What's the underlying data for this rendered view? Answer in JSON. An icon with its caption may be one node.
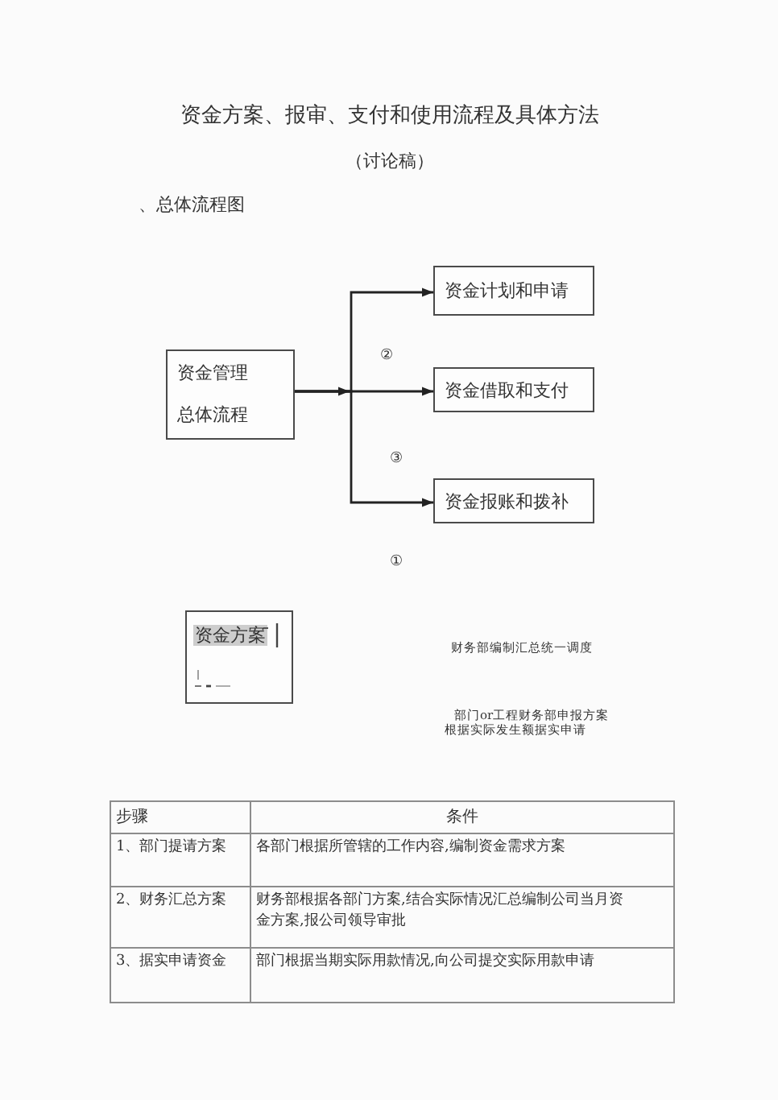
{
  "diagram": {
    "title": "资金方案、报审、支付和使用流程及具体方法",
    "nodes": [
      {
        "text": [
          "资金管理总体流程"
        ]
      },
      {
        "text": [
          "资金计划和申请"
        ]
      },
      {
        "text": [
          "资金借取和支付"
        ]
      },
      {
        "text": [
          "资金报账和拨补"
        ]
      },
      {
        "text": [
          "资金方案"
        ]
      }
    ],
    "edges": [
      {
        "from": 0,
        "to": 1,
        "arrow": "to"
      },
      {
        "from": 0,
        "to": 2,
        "arrow": "to"
      },
      {
        "from": 0,
        "to": 3,
        "arrow": "to"
      }
    ],
    "labels": [
      "（讨论稿）",
      "、总体流程图",
      "②",
      "③",
      "①",
      "财务部编制汇总统一调度",
      "部门or工程财务部申报方案",
      "根据实际发生额据实申请",
      "步骤",
      "条件",
      "1、部门提请方案",
      "各部门根据所管辖的工作内容,编制资金需求方案",
      "2、财务汇总方案",
      "财务部根据各部门方案,结合实际情况汇总编制公司当月资金方案,报公司领导审批",
      "3、据实申请资金",
      "部门根据当期实际用款情况,向公司提交实际用款申请"
    ]
  }
}
